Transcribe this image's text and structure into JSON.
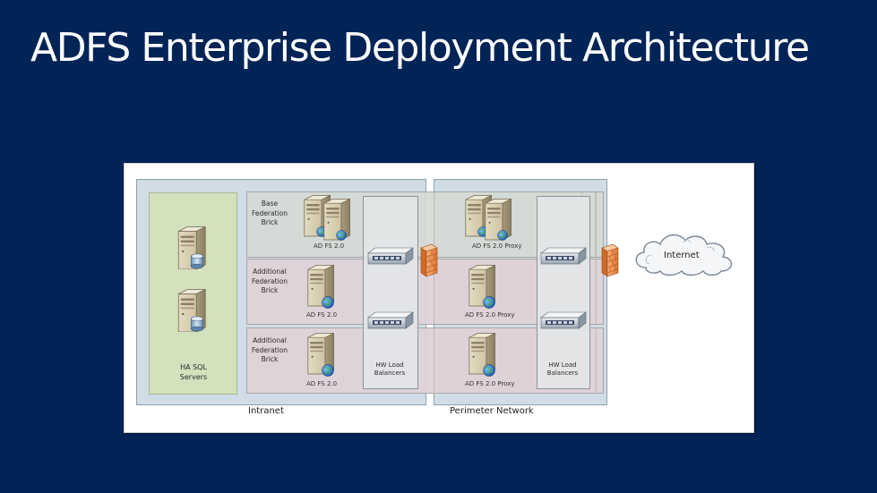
{
  "slide": {
    "title": "ADFS Enterprise Deployment Architecture"
  },
  "diagram": {
    "zones": {
      "intranet": "Intranet",
      "perimeter": "Perimeter Network"
    },
    "sql": {
      "label": "HA SQL Servers"
    },
    "bricks": [
      {
        "label": "Base Federation Brick",
        "server": "AD FS 2.0",
        "proxy": "AD FS 2.0 Proxy"
      },
      {
        "label": "Additional Federation Brick",
        "server": "AD FS 2.0",
        "proxy": "AD FS 2.0 Proxy"
      },
      {
        "label": "Additional Federation Brick",
        "server": "AD FS 2.0",
        "proxy": "AD FS 2.0 Proxy"
      }
    ],
    "load_balancers": {
      "label": "HW Load Balancers"
    },
    "internet": {
      "label": "Internet"
    },
    "icons": [
      "server-icon",
      "database-icon",
      "globe-icon",
      "load-balancer-icon",
      "firewall-icon",
      "cloud-icon"
    ]
  }
}
